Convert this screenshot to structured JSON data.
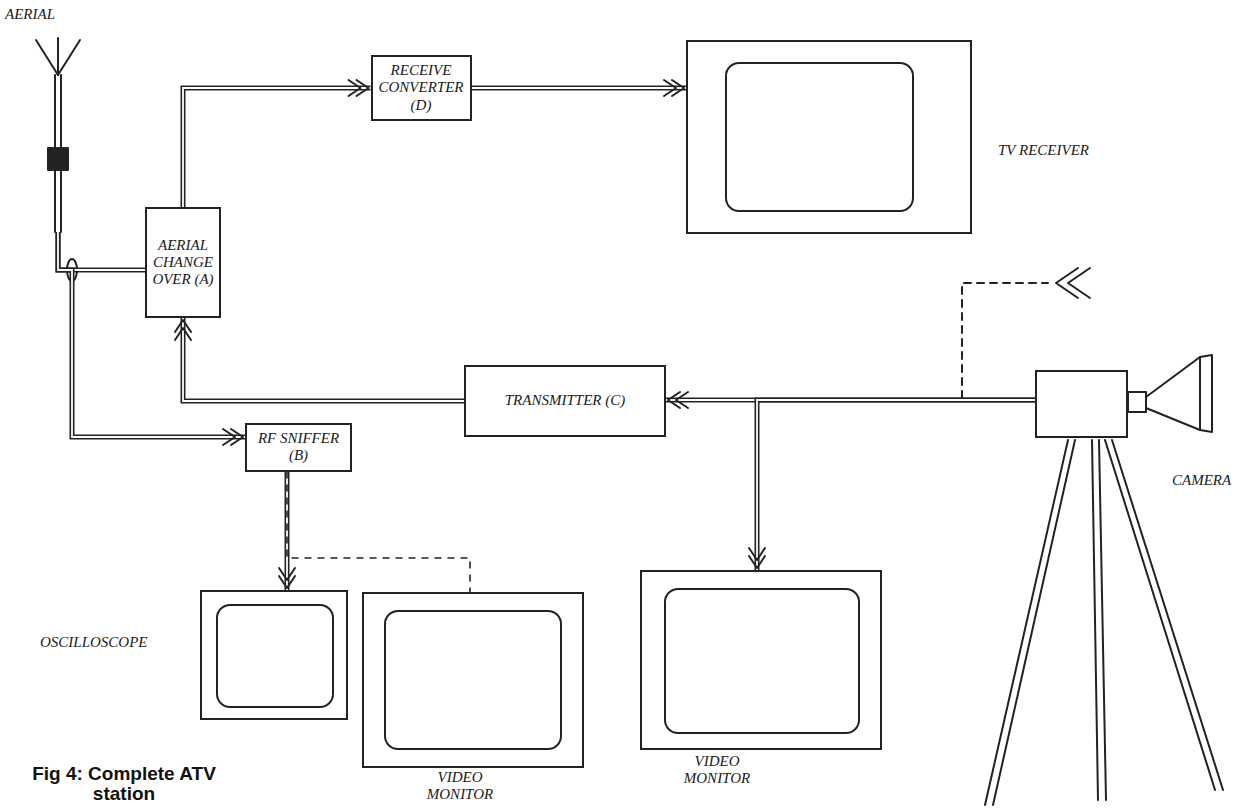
{
  "diagram": {
    "caption": "Fig 4: Complete ATV station",
    "nodes": [
      {
        "text": [
          "AERIAL"
        ]
      },
      {
        "text": [
          "AERIAL CHANGE OVER (A)"
        ]
      },
      {
        "text": [
          "RECEIVE CONVERTER (D)"
        ]
      },
      {
        "text": [
          "TV RECEIVER"
        ]
      },
      {
        "text": [
          "TRANSMITTER (C)"
        ]
      },
      {
        "text": [
          "CAMERA"
        ]
      },
      {
        "text": [
          "RF SNIFFER (B)"
        ]
      },
      {
        "text": [
          "OSCILLOSCOPE"
        ]
      },
      {
        "text": [
          "VIDEO MONITOR"
        ]
      },
      {
        "text": [
          "VIDEO MONITOR"
        ]
      }
    ],
    "edges": [
      {
        "from": 0,
        "to": 1,
        "arrow": "none"
      },
      {
        "from": 1,
        "to": 2,
        "arrow": "to"
      },
      {
        "from": 2,
        "to": 3,
        "arrow": "to"
      },
      {
        "from": 4,
        "to": 1,
        "arrow": "to"
      },
      {
        "from": 5,
        "to": 4,
        "arrow": "to"
      },
      {
        "from": 5,
        "to": 9,
        "arrow": "to"
      },
      {
        "from": 0,
        "to": 6,
        "arrow": "to"
      },
      {
        "from": 6,
        "to": 7,
        "arrow": "to"
      },
      {
        "from": 6,
        "to": 8,
        "arrow": "none"
      }
    ]
  }
}
